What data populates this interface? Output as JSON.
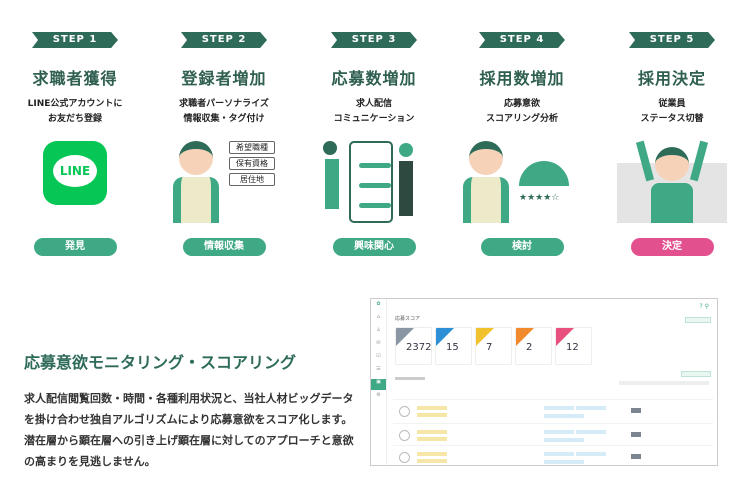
{
  "steps": [
    {
      "step": "STEP 1",
      "title": "求職者獲得",
      "sub1": "LINE公式アカウントに",
      "sub2": "お友だち登録",
      "pill": "発見",
      "logo": "LINE"
    },
    {
      "step": "STEP 2",
      "title": "登録者増加",
      "sub1": "求職者パーソナライズ",
      "sub2": "情報収集・タグ付け",
      "pill": "情報収集",
      "tags": [
        "希望職種",
        "保有資格",
        "居住地"
      ]
    },
    {
      "step": "STEP 3",
      "title": "応募数増加",
      "sub1": "求人配信",
      "sub2": "コミュニケーション",
      "pill": "興味関心"
    },
    {
      "step": "STEP 4",
      "title": "採用数増加",
      "sub1": "応募意欲",
      "sub2": "スコアリング分析",
      "pill": "検討",
      "stars": "★★★★☆"
    },
    {
      "step": "STEP 5",
      "title": "採用決定",
      "sub1": "従業員",
      "sub2": "ステータス切替",
      "pill": "決定"
    }
  ],
  "feature": {
    "title": "応募意欲モニタリング・スコアリング",
    "body": "求人配信閲覧回数・時間・各種利用状況と、当社人材ビッグデータを掛け合わせ独自アルゴリズムにより応募意欲をスコア化します。潜在層から顕在層への引き上げ顕在層に対してのアプローチと意欲の高まりを見逃しません。"
  },
  "dashboard": {
    "title": "応募スコア",
    "cards": [
      {
        "value": "2372",
        "color": "#8a96a3"
      },
      {
        "value": "15",
        "color": "#2f8fd6"
      },
      {
        "value": "7",
        "color": "#f2c12e"
      },
      {
        "value": "2",
        "color": "#f08a2c"
      },
      {
        "value": "12",
        "color": "#e8507d"
      }
    ]
  },
  "colors": {
    "banner": "#2e6b58",
    "pill": "#3fa884",
    "pink": "#e2508e",
    "line": "#06c755"
  }
}
